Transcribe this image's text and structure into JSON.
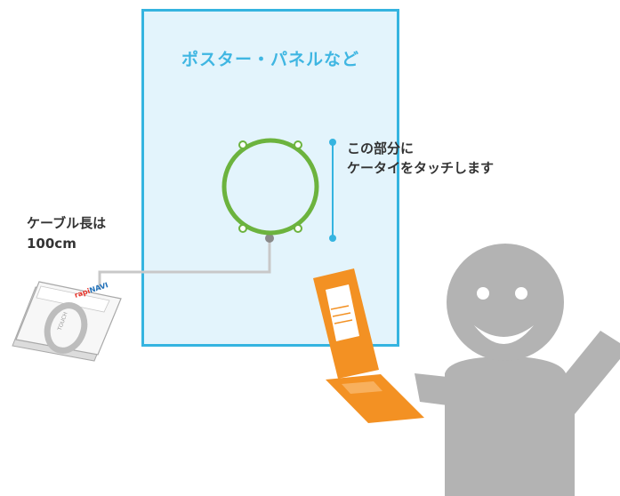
{
  "poster": {
    "title": "ポスター・パネルなど"
  },
  "touch_area": {
    "line1": "この部分に",
    "line2": "ケータイをタッチします"
  },
  "cable": {
    "line1": "ケーブル長は",
    "line2": "100cm"
  },
  "reader": {
    "brand_prefix": "rapi",
    "brand_suffix": "NAVI",
    "touch_label": "TOUCH"
  },
  "colors": {
    "poster_border": "#35b4e0",
    "poster_fill": "#e3f4fc",
    "antenna_ring": "#6cb33e",
    "phone": "#f39123",
    "person": "#b3b3b3"
  }
}
